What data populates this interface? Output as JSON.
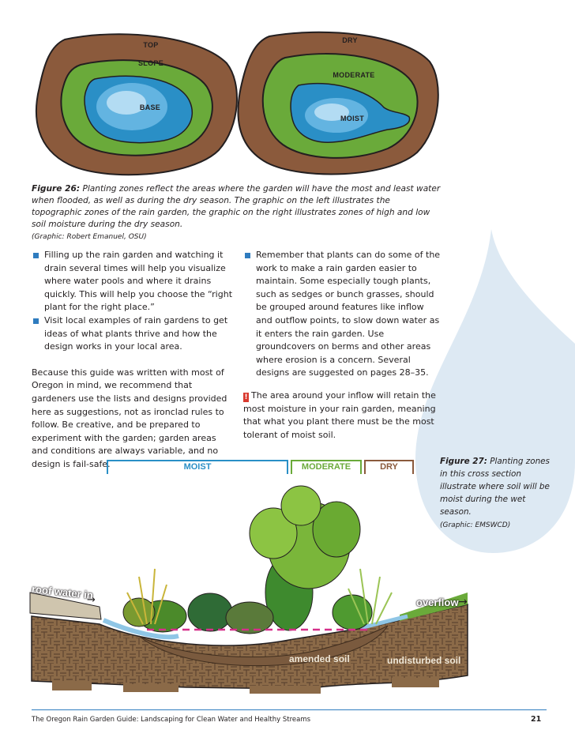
{
  "figure26": {
    "left_labels": {
      "top": "TOP",
      "slope": "SLOPE",
      "base": "BASE"
    },
    "right_labels": {
      "dry": "DRY",
      "moderate": "MODERATE",
      "moist": "MOIST"
    },
    "caption_lead": "Figure 26:",
    "caption_text": "Planting zones reflect the areas where the garden will have the most and least water when flooded, as well as during the dry season. The graphic on the left illustrates the topographic zones of the rain garden, the graphic on the right illustrates zones of high and low soil moisture during the dry season.",
    "credit": "(Graphic: Robert Emanuel, OSU)"
  },
  "left_column": {
    "bullets": [
      "Filling up the rain garden and watching it drain several times will help you visualize where water pools and where it drains quickly. This will help you choose the “right plant for the right place.”",
      "Visit local examples of rain gardens to get ideas of what plants thrive and how the design works in your local area."
    ],
    "paragraph": "Because this guide was written with most of Oregon in mind, we recommend that gardeners use the lists and designs provided here as suggestions, not as ironclad rules to follow. Be creative, and be prepared to experiment with the garden; garden areas and conditions are always variable, and no design is fail-safe."
  },
  "right_column": {
    "bullet": "Remember that plants can do some of the work to make a rain garden easier to maintain. Some especially tough plants, such as sedges or bunch grasses, should be grouped around features like inflow and outflow points, to slow down water as it enters the rain garden. Use groundcovers on berms and other areas where erosion is a concern. Several designs are suggested on pages 28–35.",
    "tip": "The area around your inflow will retain the most moisture in your rain garden, meaning that what you plant there must be the most tolerant of moist soil."
  },
  "figure27": {
    "zones": {
      "moist": "MOIST",
      "moderate": "MODERATE",
      "dry": "DRY"
    },
    "labels": {
      "roof_water": "roof water in",
      "overflow": "overflow",
      "amended_soil": "amended soil",
      "undisturbed_soil": "undisturbed soil"
    },
    "caption_lead": "Figure 27:",
    "caption_text": "Planting zones in this cross section illustrate where soil will be moist during the wet season.",
    "credit": "(Graphic: EMSWCD)"
  },
  "footer": {
    "title": "The Oregon Rain Garden Guide: Landscaping for Clean Water and Healthy Streams",
    "page": "21"
  },
  "colors": {
    "accent_blue": "#2f7cbf",
    "moist_blue": "#2a8fc6",
    "moderate_green": "#6aaa3a",
    "dry_brown": "#8b5a3c"
  }
}
